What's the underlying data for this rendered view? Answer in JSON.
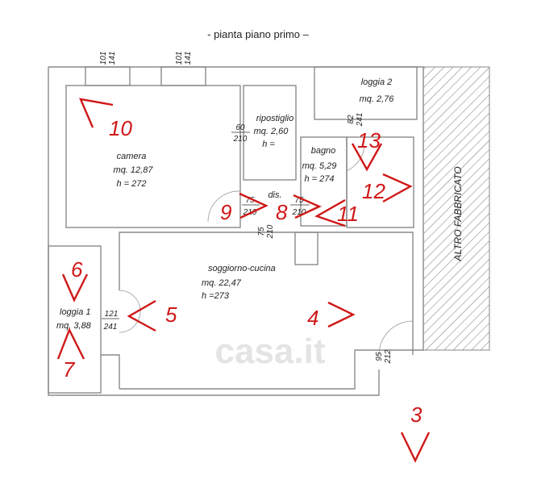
{
  "title": "- pianta piano primo –",
  "rooms": {
    "camera": {
      "name": "camera",
      "area": "mq. 12,87",
      "height": "h = 272"
    },
    "ripostiglio": {
      "name": "ripostiglio",
      "area": "mq. 2,60",
      "height": "h ="
    },
    "loggia2": {
      "name": "loggia 2",
      "area": "mq. 2,76"
    },
    "bagno": {
      "name": "bagno",
      "area": "mq. 5,29",
      "height": "h = 274"
    },
    "dis": {
      "name": "dis."
    },
    "soggiorno": {
      "name": "soggiorno-cucina",
      "area": "mq. 22,47",
      "height": "h =273"
    },
    "loggia1": {
      "name": "loggia 1",
      "area": "mq. 3,88"
    }
  },
  "neighbor_label": "ALTRO FABBRICATO",
  "openings": [
    {
      "w": "101",
      "h": "141"
    },
    {
      "w": "101",
      "h": "141"
    },
    {
      "w": "60",
      "h": "210"
    },
    {
      "w": "82",
      "h": "241"
    },
    {
      "w": "75",
      "h": "210"
    },
    {
      "w": "75",
      "h": "210"
    },
    {
      "w": "75",
      "h": "210"
    },
    {
      "w": "121",
      "h": "241"
    },
    {
      "w": "95",
      "h": "212"
    }
  ],
  "photo_markers": [
    "3",
    "4",
    "5",
    "6",
    "7",
    "8",
    "9",
    "10",
    "11",
    "12",
    "13"
  ],
  "watermark": "casa.it",
  "colors": {
    "marker": "#d01818",
    "wall": "#8a8a8a",
    "hatch": "#777777"
  }
}
